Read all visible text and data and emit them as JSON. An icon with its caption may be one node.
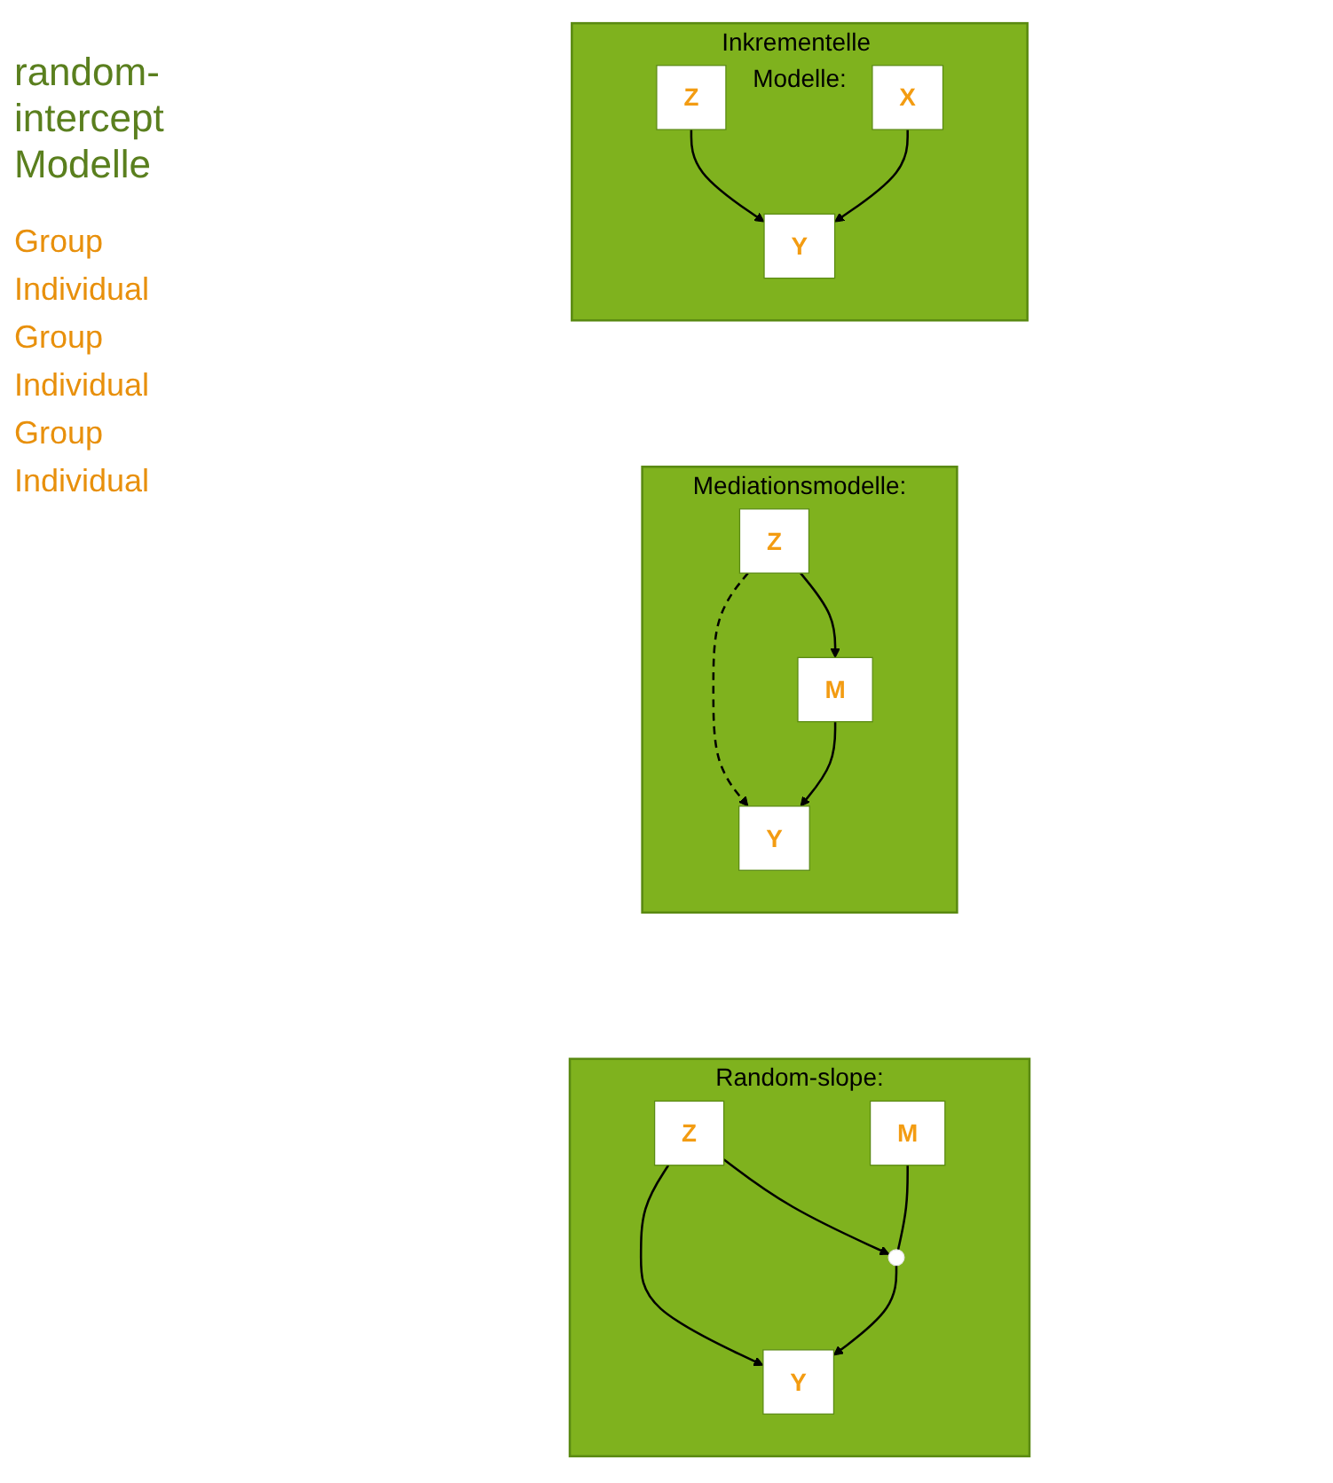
{
  "diagram": {
    "nodes": [
      {
        "text": [
          "Inkrementelle Modelle:"
        ]
      },
      {
        "text": [
          "Z"
        ],
        "in": 0
      },
      {
        "text": [
          "X"
        ],
        "in": 0
      },
      {
        "text": [
          "Y"
        ],
        "in": 0
      },
      {
        "text": [
          "Mediationsmodelle:"
        ]
      },
      {
        "text": [
          "Z"
        ],
        "in": 4
      },
      {
        "text": [
          "M"
        ],
        "in": 4
      },
      {
        "text": [
          "Y"
        ],
        "in": 4
      },
      {
        "text": [
          "Random-slope:"
        ]
      },
      {
        "text": [
          "Z"
        ],
        "in": 8
      },
      {
        "text": [
          "M"
        ],
        "in": 8
      },
      {
        "text": [],
        "shape": "point",
        "in": 8
      },
      {
        "text": [
          "Y"
        ],
        "in": 8
      }
    ],
    "edges": [
      {
        "from": 1,
        "to": 3,
        "arrow": "to"
      },
      {
        "from": 2,
        "to": 3,
        "arrow": "to"
      },
      {
        "from": 5,
        "to": 6,
        "arrow": "to"
      },
      {
        "from": 5,
        "to": 7,
        "arrow": "to",
        "style": "dashed"
      },
      {
        "from": 6,
        "to": 7,
        "arrow": "to"
      },
      {
        "from": 9,
        "to": 12,
        "arrow": "to"
      },
      {
        "from": 9,
        "to": 11,
        "arrow": "to"
      },
      {
        "from": 10,
        "to": 11,
        "arrow": "none"
      },
      {
        "from": 11,
        "to": 12,
        "arrow": "to"
      }
    ],
    "labels": [
      "random-intercept Modelle",
      "Group",
      "Individual",
      "Group",
      "Individual",
      "Group",
      "Individual"
    ]
  }
}
